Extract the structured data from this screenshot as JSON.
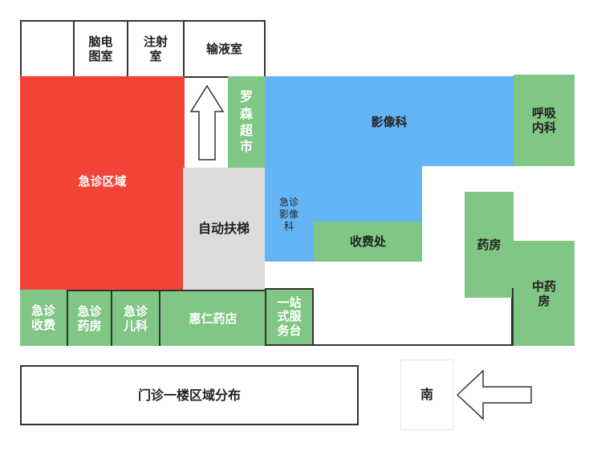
{
  "title": "门诊一楼区域分布",
  "compass": "南",
  "colors": {
    "emergency": "#f44336",
    "imaging": "#64b5f6",
    "green_zone": "#80c684",
    "escalator": "#dcdcdc",
    "outline": "#333333"
  },
  "rooms": {
    "blank_top_left": "",
    "brain_ecg": "脑电\n图室",
    "injection": "注射\n室",
    "infusion": "输液室",
    "luosen_market": "罗\n森\n超\n市",
    "imaging": "影像科",
    "respiratory": "呼吸\n内科",
    "emergency_area": "急诊区域",
    "escalator": "自动扶梯",
    "emergency_imaging": "急诊\n影像\n科",
    "cashier": "收费处",
    "pharmacy": "药房",
    "tcm_pharmacy": "中药\n房",
    "emergency_cashier": "急诊\n收费",
    "emergency_pharmacy": "急诊\n药房",
    "emergency_pediatrics": "急诊\n儿科",
    "huiren_pharmacy": "惠仁药店",
    "one_stop_service": "一站\n式服\n务台"
  }
}
